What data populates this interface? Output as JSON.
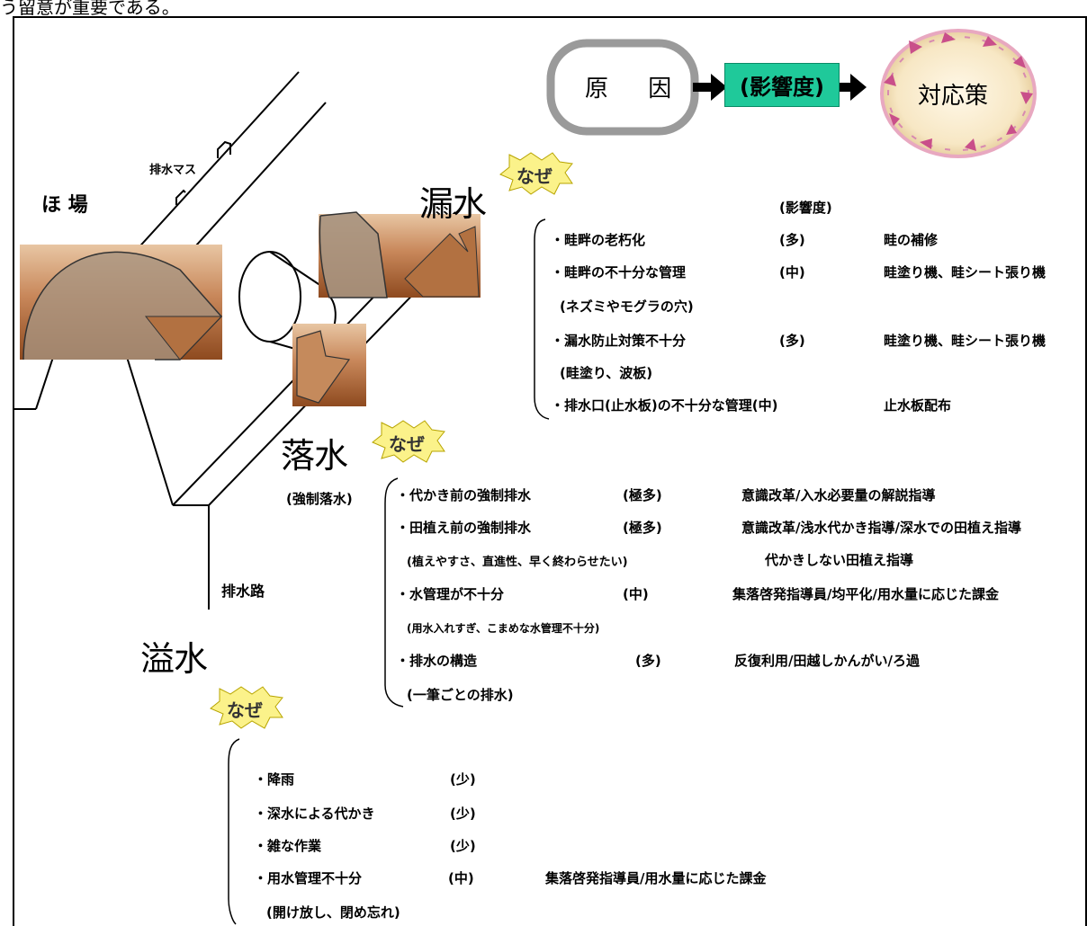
{
  "top_caption": "う留意が重要である。",
  "legend": {
    "cause": "原 因",
    "impact": "(影響度)",
    "measure": "対応策"
  },
  "labels": {
    "field": "ほ 場",
    "drain_box": "排水マス",
    "drain_channel": "排水路"
  },
  "naze": "なぜ",
  "leak": {
    "heading": "漏水",
    "impact_header": "(影響度)",
    "rows": [
      {
        "cause": "・畦畔の老朽化",
        "impact": "(多)",
        "measure": "畦の補修"
      },
      {
        "cause": "・畦畔の不十分な管理",
        "impact": "(中)",
        "measure": "畦塗り機、畦シート張り機"
      },
      {
        "cause": "(ネズミやモグラの穴)",
        "impact": "",
        "measure": ""
      },
      {
        "cause": "・漏水防止対策不十分",
        "impact": "(多)",
        "measure": "畦塗り機、畦シート張り機"
      },
      {
        "cause": "(畦塗り、波板)",
        "impact": "",
        "measure": ""
      },
      {
        "cause": "・排水口(止水板)の不十分な管理(中)",
        "impact": "",
        "measure": "止水板配布"
      }
    ]
  },
  "fall": {
    "heading": "落水",
    "sub": "(強制落水)",
    "rows": [
      {
        "cause": "・代かき前の強制排水",
        "impact": "(極多)",
        "measure": "意識改革/入水必要量の解説指導"
      },
      {
        "cause": "・田植え前の強制排水",
        "impact": "(極多)",
        "measure": "意識改革/浅水代かき指導/深水での田植え指導"
      },
      {
        "cause": "(植えやすさ、直進性、早く終わらせたい)",
        "impact": "",
        "measure": "代かきしない田植え指導"
      },
      {
        "cause": "・水管理が不十分",
        "impact": "(中)",
        "measure": "集落啓発指導員/均平化/用水量に応じた課金"
      },
      {
        "cause": "(用水入れすぎ、こまめな水管理不十分)",
        "impact": "",
        "measure": ""
      },
      {
        "cause": "・排水の構造",
        "impact": "(多)",
        "measure": "反復利用/田越しかんがい/ろ過"
      },
      {
        "cause": "(一筆ごとの排水)",
        "impact": "",
        "measure": ""
      }
    ]
  },
  "overflow": {
    "heading": "溢水",
    "rows": [
      {
        "cause": "・降雨",
        "impact": "(少)",
        "measure": ""
      },
      {
        "cause": "・深水による代かき",
        "impact": "(少)",
        "measure": ""
      },
      {
        "cause": "・雑な作業",
        "impact": "(少)",
        "measure": ""
      },
      {
        "cause": "・用水管理不十分",
        "impact": "(中)",
        "measure": "集落啓発指導員/用水量に応じた課金"
      },
      {
        "cause": "(開け放し、閉め忘れ)",
        "impact": "",
        "measure": ""
      }
    ]
  },
  "colors": {
    "impact_box": "#1fc99a",
    "soil_light": "#e8c6a3",
    "soil_dark": "#8e4a1f",
    "naze_star": "#fbf28a"
  }
}
